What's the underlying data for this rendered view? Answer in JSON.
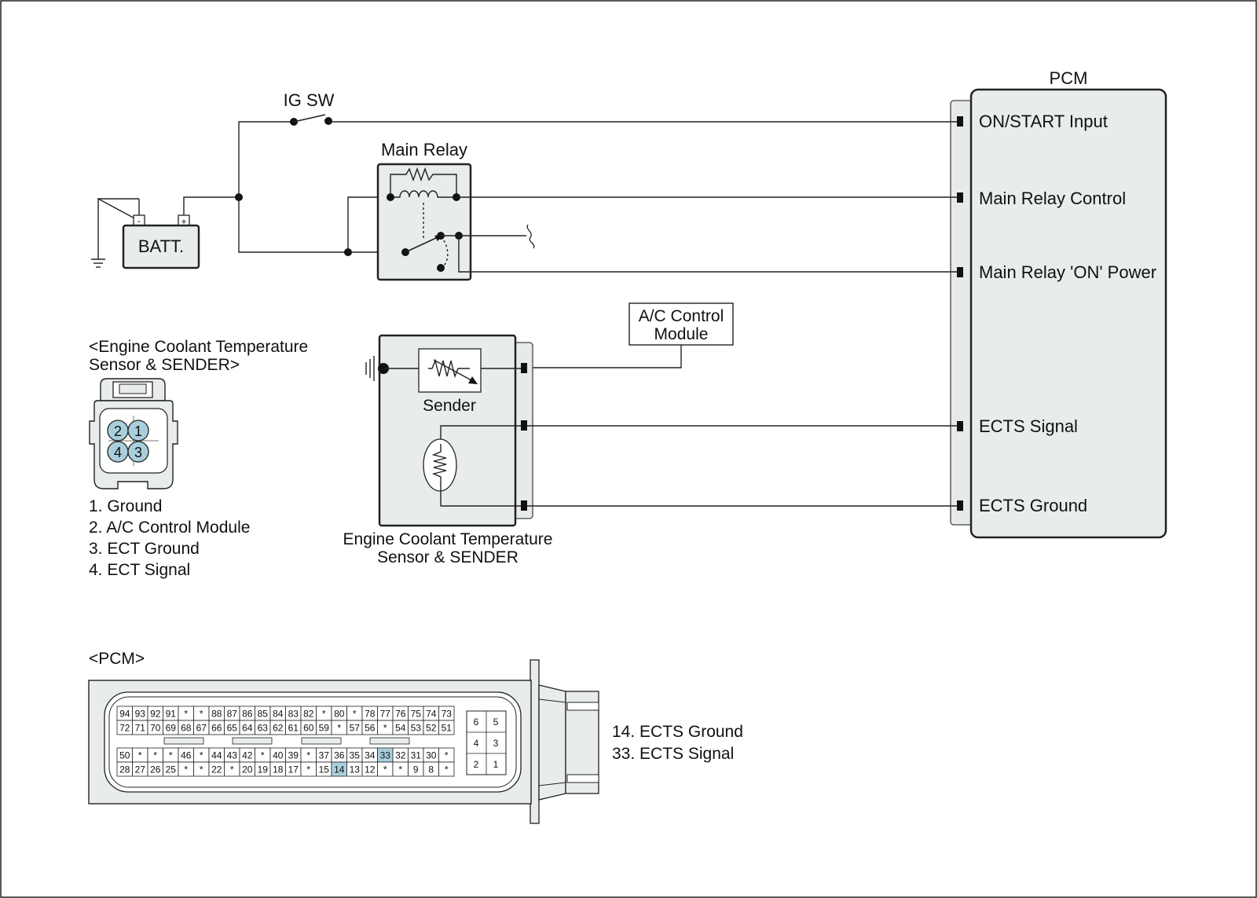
{
  "colors": {
    "module_fill": "#e8ecec",
    "pin_highlight": "#a9cfdc",
    "wire": "#222222"
  },
  "power": {
    "ig_sw_label": "IG SW",
    "battery_label": "BATT.",
    "battery_minus": "-",
    "battery_plus": "+",
    "main_relay_label": "Main Relay"
  },
  "pcm": {
    "title": "PCM",
    "inputs": [
      "ON/START Input",
      "Main Relay Control",
      "Main Relay 'ON' Power",
      "ECTS Signal",
      "ECTS Ground"
    ]
  },
  "ac_module": {
    "line1": "A/C Control",
    "line2": "Module"
  },
  "sensor": {
    "sender_label": "Sender",
    "caption_line1": "Engine Coolant Temperature",
    "caption_line2": "Sensor & SENDER"
  },
  "ects_connector": {
    "title_line1": "<Engine Coolant Temperature",
    "title_line2": "Sensor & SENDER>",
    "pins_top": [
      "2",
      "1"
    ],
    "pins_bottom": [
      "4",
      "3"
    ],
    "legend": [
      "1. Ground",
      "2. A/C Control Module",
      "3. ECT Ground",
      "4. ECT Signal"
    ]
  },
  "pcm_connector": {
    "title": "<PCM>",
    "rows": [
      [
        "94",
        "93",
        "92",
        "91",
        "*",
        "*",
        "88",
        "87",
        "86",
        "85",
        "84",
        "83",
        "82",
        "*",
        "80",
        "*",
        "78",
        "77",
        "76",
        "75",
        "74",
        "73"
      ],
      [
        "72",
        "71",
        "70",
        "69",
        "68",
        "67",
        "66",
        "65",
        "64",
        "63",
        "62",
        "61",
        "60",
        "59",
        "*",
        "57",
        "56",
        "*",
        "54",
        "53",
        "52",
        "51"
      ],
      [
        "50",
        "*",
        "*",
        "*",
        "46",
        "*",
        "44",
        "43",
        "42",
        "*",
        "40",
        "39",
        "*",
        "37",
        "36",
        "35",
        "34",
        "33",
        "32",
        "31",
        "30",
        "*"
      ],
      [
        "28",
        "27",
        "26",
        "25",
        "*",
        "*",
        "22",
        "*",
        "20",
        "19",
        "18",
        "17",
        "*",
        "15",
        "14",
        "13",
        "12",
        "*",
        "*",
        "9",
        "8",
        "*"
      ]
    ],
    "highlighted": [
      "33",
      "14"
    ],
    "small_block": [
      [
        "6",
        "5"
      ],
      [
        "4",
        "3"
      ],
      [
        "2",
        "1"
      ]
    ],
    "legend": [
      "14. ECTS Ground",
      "33. ECTS Signal"
    ]
  }
}
